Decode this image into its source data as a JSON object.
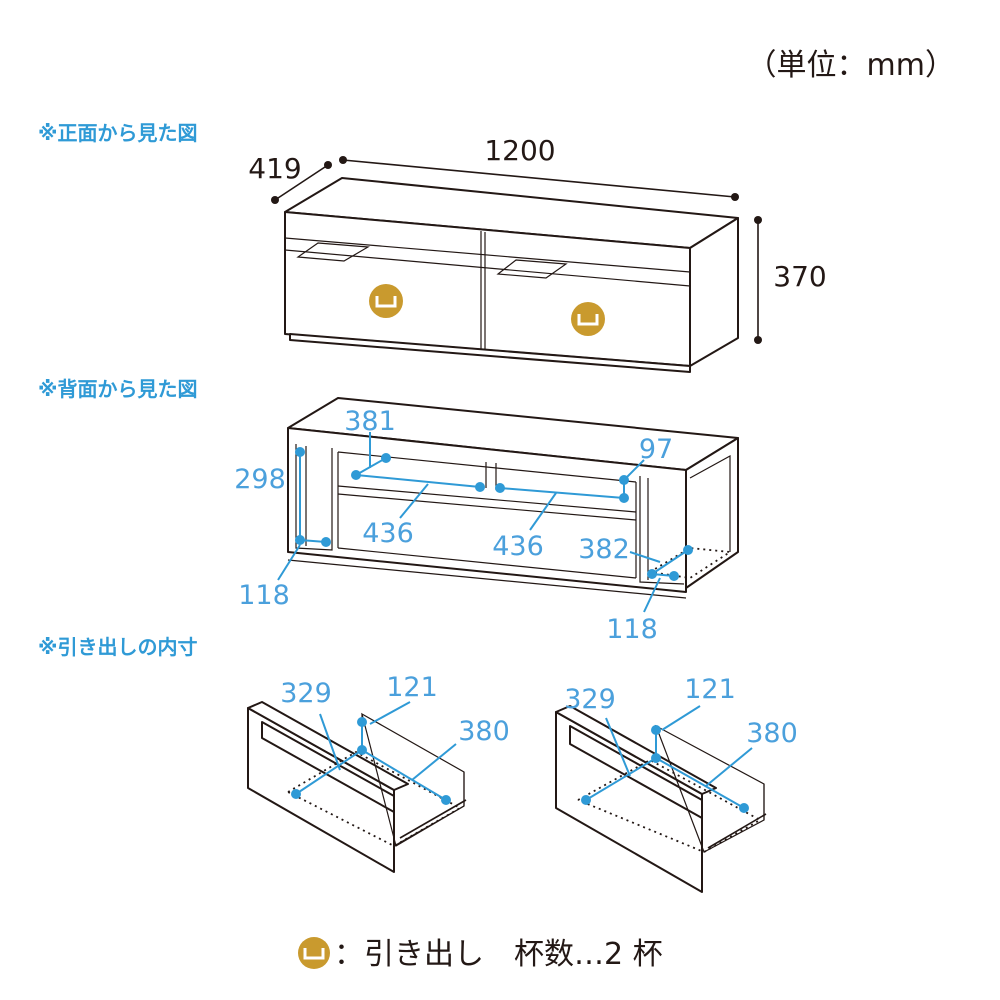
{
  "unit_note": "（単位：mm）",
  "front": {
    "title": "※正面から見た図",
    "width": "1200",
    "depth": "419",
    "height": "370"
  },
  "back": {
    "title": "※背面から見た図",
    "dims": {
      "top_left": "381",
      "top_right": "97",
      "left_height": "298",
      "shelf_left": "436",
      "shelf_right": "436",
      "right_depth": "382",
      "bottom_left": "118",
      "bottom_right": "118"
    }
  },
  "drawer": {
    "title": "※引き出しの内寸",
    "left": {
      "width": "329",
      "height": "121",
      "depth": "380"
    },
    "right": {
      "width": "329",
      "height": "121",
      "depth": "380"
    }
  },
  "legend": {
    "text": "：引き出し　杯数…2 杯",
    "icon_color": "#c99a2e"
  }
}
